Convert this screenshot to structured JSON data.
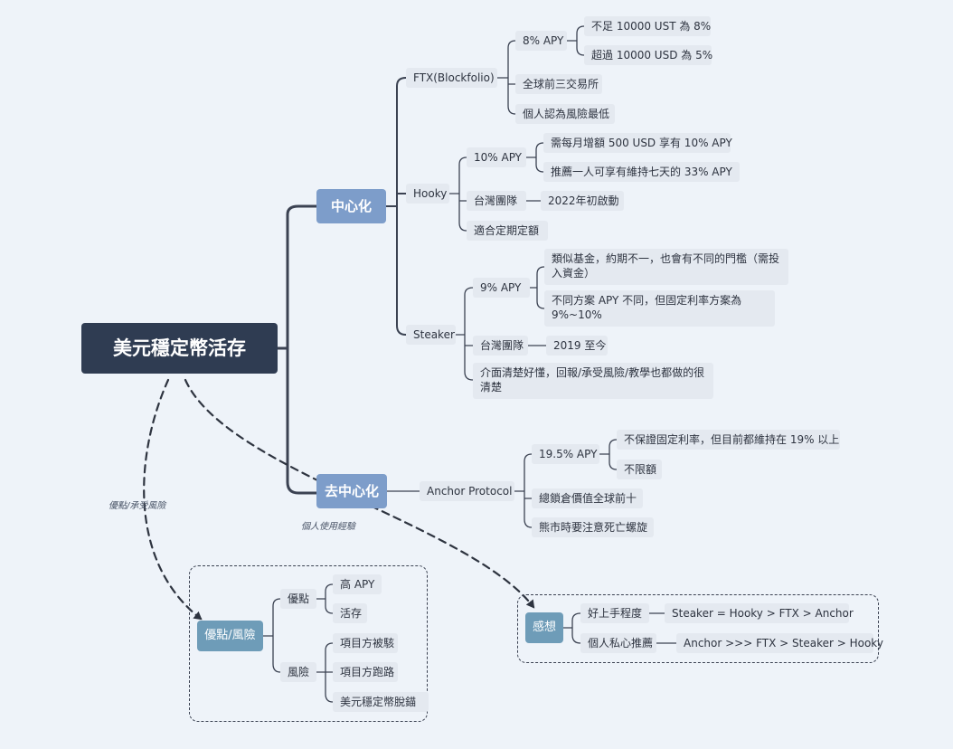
{
  "root": "美元穩定幣活存",
  "centralized": {
    "label": "中心化",
    "ftx": {
      "label": "FTX(Blockfolio)",
      "apy": "8% APY",
      "apy_under": "不足 10000 UST 為 8%",
      "apy_over": "超過 10000 USD 為 5%",
      "top3": "全球前三交易所",
      "lowest_risk": "個人認為風險最低"
    },
    "hooky": {
      "label": "Hooky",
      "apy": "10% APY",
      "apy_monthly": "需每月增額 500 USD 享有 10% APY",
      "apy_referral": "推薦一人可享有維持七天的 33% APY",
      "team": "台灣團隊",
      "launch": "2022年初啟動",
      "fixed": "適合定期定額"
    },
    "steaker": {
      "label": "Steaker",
      "apy": "9% APY",
      "apy_fund": "類似基金，約期不一，也會有不同的門檻（需投入資金）",
      "apy_plans": "不同方案 APY 不同，但固定利率方案為 9%~10%",
      "team": "台灣團隊",
      "since": "2019 至今",
      "ui": "介面清楚好懂，回報/承受風險/教學也都做的很清楚"
    }
  },
  "decentralized": {
    "label": "去中心化",
    "anchor": {
      "label": "Anchor Protocol",
      "apy": "19.5% APY",
      "apy_rate": "不保證固定利率，但目前都維持在 19% 以上",
      "apy_unlimited": "不限額",
      "tvl": "總鎖倉價值全球前十",
      "death_spiral": "熊市時要注意死亡螺旋"
    }
  },
  "pros_cons": {
    "label": "優點/風險",
    "relation": "優點/承受風險",
    "pros": {
      "label": "優點",
      "items": [
        "高 APY",
        "活存"
      ]
    },
    "risks": {
      "label": "風險",
      "items": [
        "項目方被駭",
        "項目方跑路",
        "美元穩定幣脫錨"
      ]
    }
  },
  "thoughts": {
    "label": "感想",
    "relation": "個人使用經驗",
    "ease": "好上手程度",
    "ease_value": "Steaker = Hooky > FTX > Anchor",
    "recommend": "個人私心推薦",
    "recommend_value": "Anchor >>> FTX > Steaker > Hooky"
  },
  "colors": {
    "background": "#eef3f9",
    "root": "#2f3c52",
    "main_topic": "#7d9dca",
    "floating_topic": "#6e9cb8",
    "sub_topic": "#e4e9f0",
    "line": "#3b4252"
  }
}
